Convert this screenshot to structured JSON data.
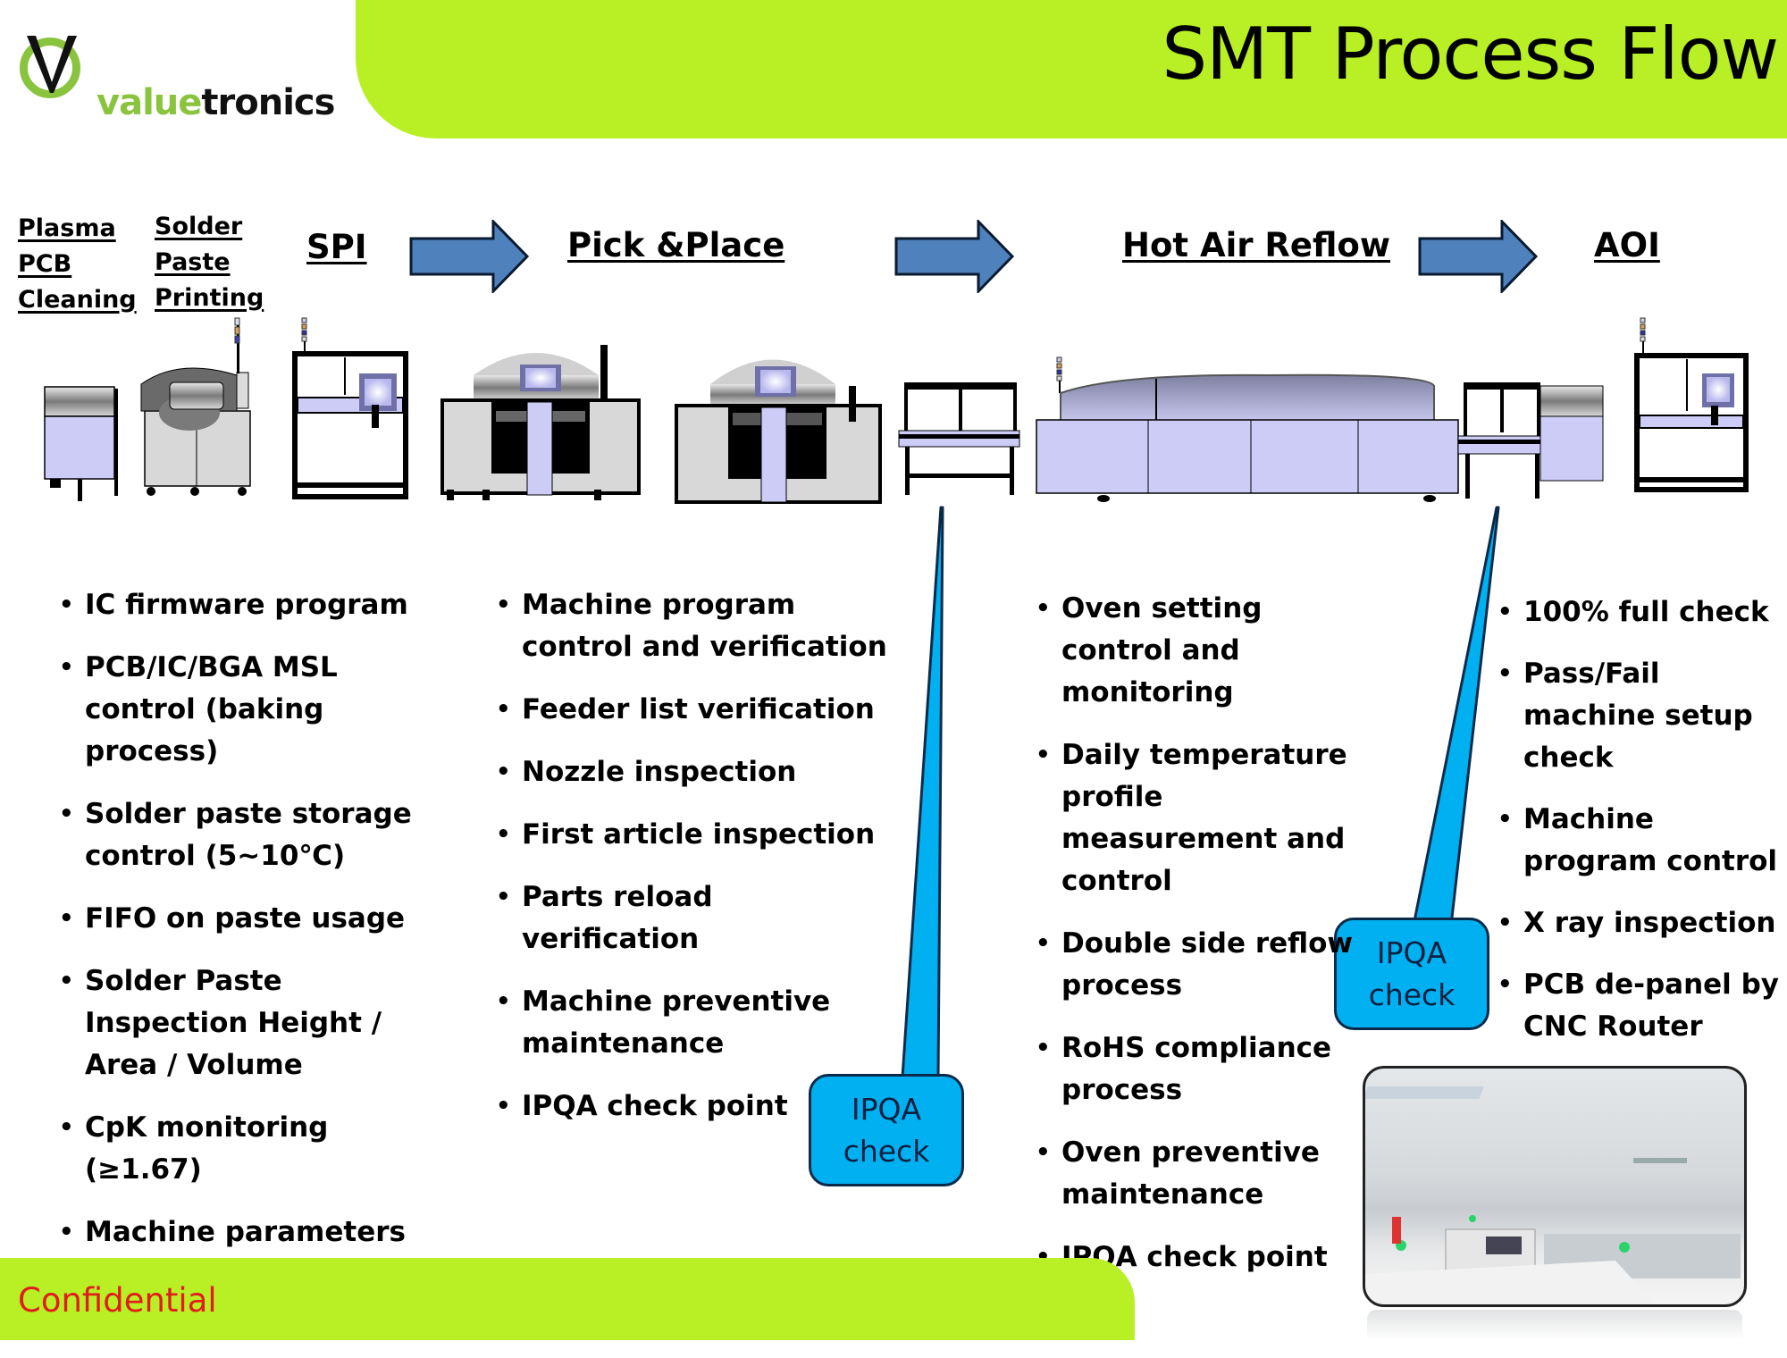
{
  "header": {
    "title": "SMT Process Flow",
    "brand_color": "#b8ef25"
  },
  "logo": {
    "name_part1": "value",
    "name_part2": "tronics",
    "accent_color": "#8ac43f"
  },
  "stages": [
    {
      "lines": [
        "Plasma",
        "PCB",
        "Cleaning"
      ]
    },
    {
      "lines": [
        "Solder",
        "Paste",
        "Printing"
      ]
    },
    {
      "label": "SPI"
    },
    {
      "label": "Pick &Place"
    },
    {
      "label": "Hot Air Reflow"
    },
    {
      "label": "AOI"
    }
  ],
  "arrows": {
    "color": "#4f81bd",
    "icon": "right-arrow-icon"
  },
  "columns": [
    {
      "name": "pre-smt",
      "bullets": [
        "IC firmware program",
        "PCB/IC/BGA MSL control (baking process)",
        "Solder paste storage control (5~10℃)",
        "FIFO on paste usage",
        "Solder Paste Inspection Height / Area / Volume",
        "CpK monitoring (≥1.67)",
        "Machine parameters control per control plan"
      ]
    },
    {
      "name": "pick-and-place",
      "bullets": [
        "Machine program control and verification",
        "Feeder list verification",
        "Nozzle inspection",
        "First article inspection",
        "Parts reload verification",
        "Machine preventive maintenance",
        "IPQA check point"
      ]
    },
    {
      "name": "reflow",
      "bullets": [
        "Oven setting control and  monitoring",
        "Daily temperature profile measurement and control",
        "Double side reflow process",
        "RoHS compliance process",
        "Oven preventive maintenance",
        "IPQA check point"
      ]
    },
    {
      "name": "aoi",
      "bullets": [
        "100% full check",
        "Pass/Fail machine setup check",
        "Machine program control",
        "X ray inspection",
        "PCB de-panel by CNC Router"
      ]
    }
  ],
  "callouts": [
    {
      "line1": "IPQA",
      "line2": "check",
      "color": "#00b0f0"
    },
    {
      "line1": "IPQA",
      "line2": "check",
      "color": "#00b0f0"
    }
  ],
  "footer": {
    "text": "Confidential",
    "text_color": "#e21b1b"
  },
  "photo": {
    "description": "SMT factory floor photo"
  }
}
